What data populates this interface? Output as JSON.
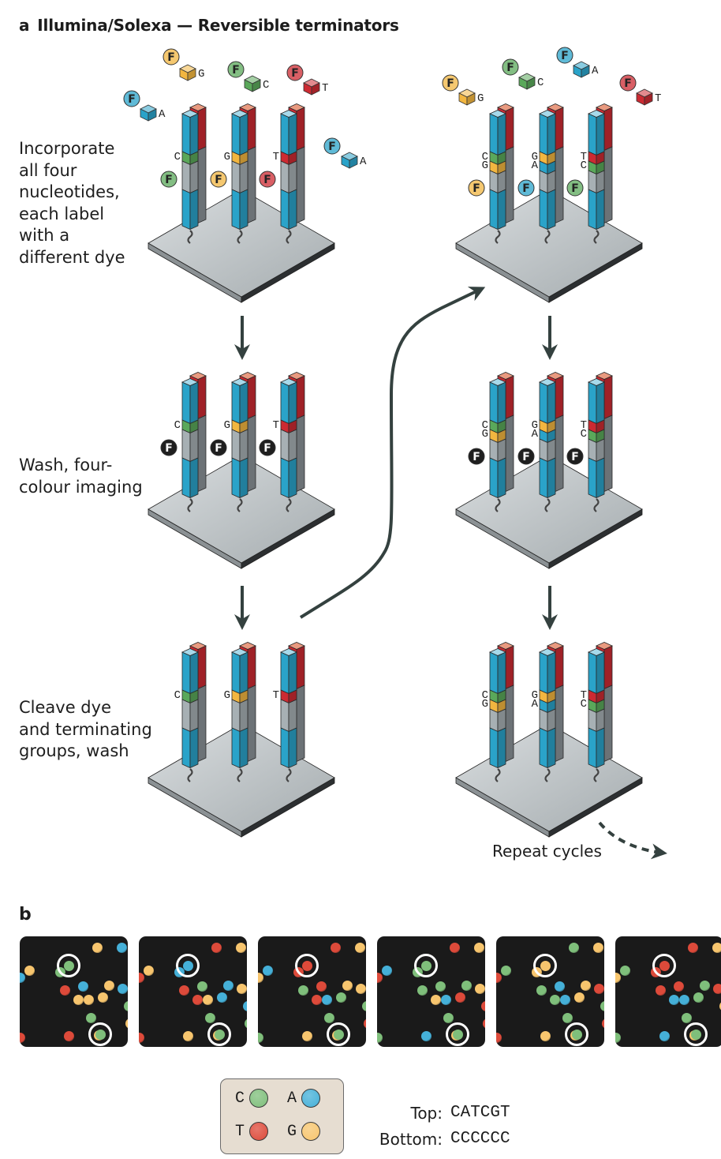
{
  "panel_a": {
    "letter": "a",
    "title": "Illumina/Solexa — Reversible terminators",
    "steps": [
      {
        "id": "incorporate",
        "label_lines": [
          "Incorporate",
          "all four",
          "nucleotides,",
          "each label",
          "with a",
          "different dye"
        ]
      },
      {
        "id": "image",
        "label_lines": [
          "Wash, four-",
          "colour imaging"
        ]
      },
      {
        "id": "cleave",
        "label_lines": [
          "Cleave dye",
          "and terminating",
          "groups, wash"
        ]
      }
    ],
    "repeat_label": "Repeat cycles",
    "dye_label": "F",
    "free_nucleotides": {
      "cycle1": [
        "G",
        "C",
        "T",
        "A",
        "A"
      ],
      "cycle2": [
        "G",
        "C",
        "A",
        "T"
      ]
    },
    "cycle1_incorporated": [
      "C",
      "G",
      "T"
    ],
    "cycle2_incorporated": [
      [
        "C",
        "G"
      ],
      [
        "G",
        "A"
      ],
      [
        "T",
        "C"
      ]
    ]
  },
  "panel_b": {
    "letter": "b",
    "images_count": 6,
    "legend": [
      {
        "base": "C",
        "color": "#7fbf7b"
      },
      {
        "base": "A",
        "color": "#45b0d8"
      },
      {
        "base": "T",
        "color": "#dd4a3a"
      },
      {
        "base": "G",
        "color": "#f7c56e"
      }
    ],
    "top_label": "Top:",
    "top_sequence": "CATCGT",
    "bottom_label": "Bottom:",
    "bottom_sequence": "CCCCCC"
  },
  "colors": {
    "C": "#5aa85a",
    "A": "#2aa3c9",
    "T": "#cc2a32",
    "G": "#f2b640",
    "arrow": "#34413f",
    "dye_dark": "#1f1f1f"
  }
}
